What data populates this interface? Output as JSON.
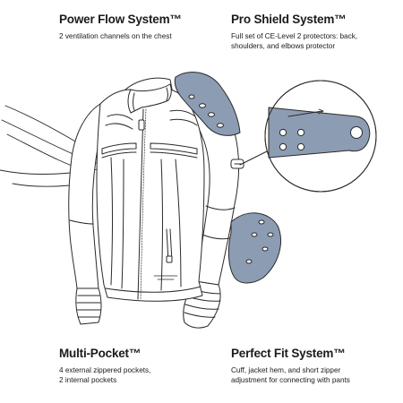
{
  "features": {
    "power_flow": {
      "title": "Power Flow System™",
      "description": "2 ventilation channels on the chest"
    },
    "pro_shield": {
      "title": "Pro Shield System™",
      "description": "Full set of CE-Level 2 protectors: back,\nshoulders, and elbows protector"
    },
    "multi_pocket": {
      "title": "Multi-Pocket™",
      "description": "4 external zippered pockets,\n2 internal pockets"
    },
    "perfect_fit": {
      "title": "Perfect Fit System™",
      "description": "Cuff, jacket hem, and short zipper\nadjustment for connecting with pants"
    }
  },
  "colors": {
    "outline": "#2a2a2a",
    "protector": "#8c9cb3",
    "background": "#ffffff"
  },
  "icons": {
    "jacket": "jacket-illustration",
    "shoulder_protector": "shoulder-protector-icon",
    "elbow_protector": "elbow-protector-icon",
    "adjuster": "cuff-adjuster-icon",
    "airflow": "airflow-lines-icon"
  }
}
